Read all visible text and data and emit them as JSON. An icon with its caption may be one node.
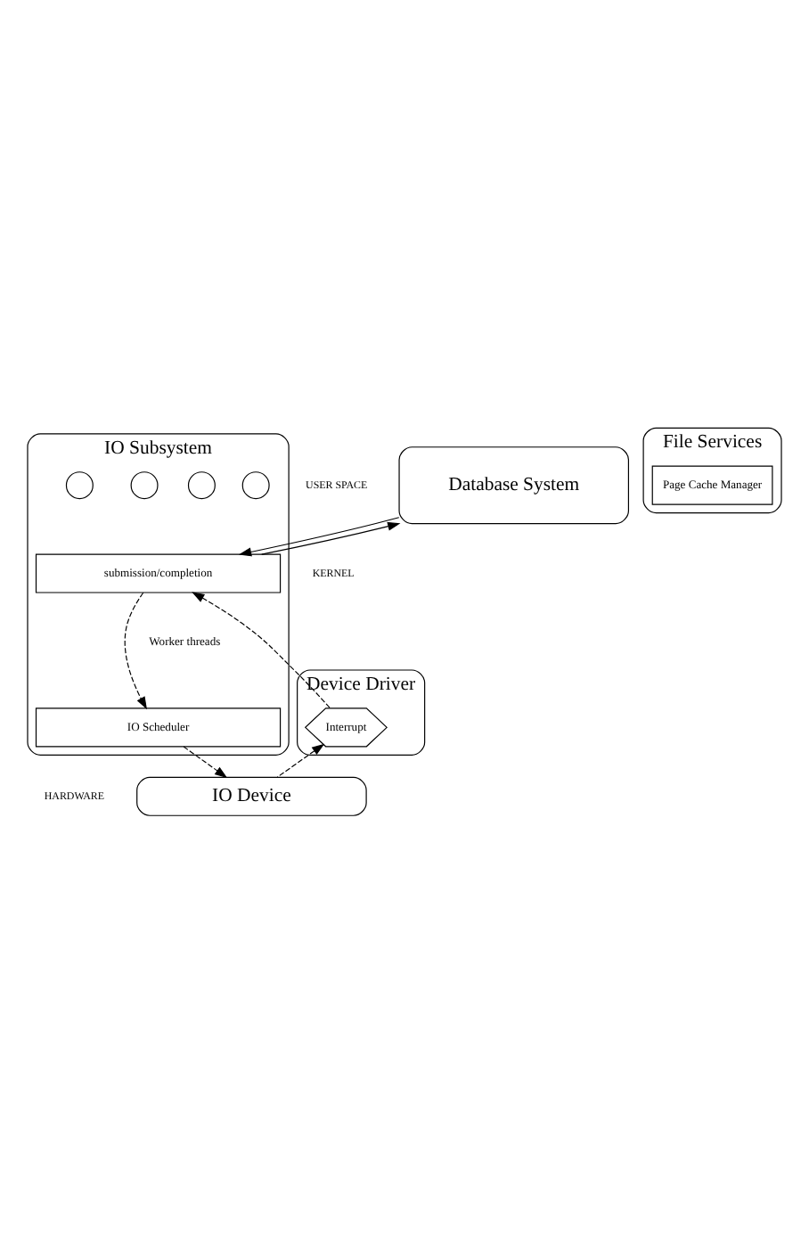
{
  "diagram": {
    "nodes": [
      {
        "text": [
          "Database System"
        ]
      },
      {
        "text": [
          "File Services"
        ]
      },
      {
        "text": [
          "Page Cache Manager"
        ],
        "in": 1
      },
      {
        "text": [
          "IO Subsystem"
        ]
      },
      {
        "text": [
          "submission/completion"
        ],
        "in": 3
      },
      {
        "text": [],
        "shape": "circle",
        "in": 3
      },
      {
        "text": [],
        "shape": "circle",
        "in": 3
      },
      {
        "text": [],
        "shape": "circle",
        "in": 3
      },
      {
        "text": [],
        "shape": "circle",
        "in": 3
      },
      {
        "text": [
          "IO Scheduler"
        ],
        "in": 3
      },
      {
        "text": [
          "Device Driver"
        ]
      },
      {
        "text": [
          "Interrupt"
        ],
        "in": 10
      },
      {
        "text": [
          "IO Device"
        ]
      }
    ],
    "edges": [
      {
        "from": 0,
        "to": 4,
        "arrow": "to"
      },
      {
        "from": 4,
        "to": 0,
        "arrow": "to"
      },
      {
        "from": 4,
        "to": 9,
        "arrow": "to",
        "style": "dashed"
      },
      {
        "from": 9,
        "to": 12,
        "arrow": "to",
        "style": "dashed"
      },
      {
        "from": 12,
        "to": 11,
        "arrow": "to",
        "style": "dashed"
      },
      {
        "from": 11,
        "to": 4,
        "arrow": "to",
        "style": "dashed"
      }
    ],
    "labels": [
      "USER SPACE",
      "KERNEL",
      "Worker threads",
      "HARDWARE"
    ]
  }
}
